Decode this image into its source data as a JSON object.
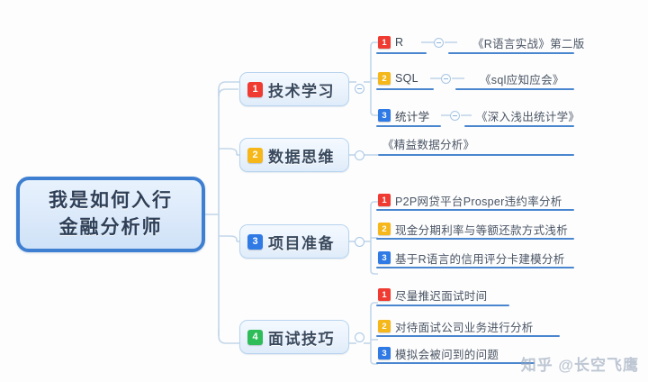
{
  "diagram": {
    "title": "我是如何入行金融分析师",
    "watermark": "知乎 @长空飞鹰",
    "colors": {
      "badge_red": "#ef3b32",
      "badge_orange": "#f5b719",
      "badge_blue": "#2f7ae5",
      "badge_green": "#2fbd5a",
      "root_border": "#3f7fd1",
      "node_border": "#b7d3ef",
      "wire": "#c3d7ea",
      "underline": "#4a86cf"
    },
    "root": {
      "line1": "我是如何入行",
      "line2": "金融分析师"
    },
    "branches": [
      {
        "index": "1",
        "label": "技术学习",
        "badge_color": "#ef3b32",
        "children": [
          {
            "index": "1",
            "badge_color": "#ef3b32",
            "label": "R",
            "note": "《R语言实战》第二版"
          },
          {
            "index": "2",
            "badge_color": "#f5b719",
            "label": "SQL",
            "note": "《sql应知应会》"
          },
          {
            "index": "3",
            "badge_color": "#2f7ae5",
            "label": "统计学",
            "note": "《深入浅出统计学》"
          }
        ]
      },
      {
        "index": "2",
        "label": "数据思维",
        "badge_color": "#f5b719",
        "children": [
          {
            "index": "",
            "badge_color": "",
            "label": "",
            "note": "《精益数据分析》"
          }
        ]
      },
      {
        "index": "3",
        "label": "项目准备",
        "badge_color": "#2f7ae5",
        "children": [
          {
            "index": "1",
            "badge_color": "#ef3b32",
            "label": "P2P网贷平台Prosper违约率分析",
            "note": ""
          },
          {
            "index": "2",
            "badge_color": "#f5b719",
            "label": "现金分期利率与等额还款方式浅析",
            "note": ""
          },
          {
            "index": "3",
            "badge_color": "#2f7ae5",
            "label": "基于R语言的信用评分卡建模分析",
            "note": ""
          }
        ]
      },
      {
        "index": "4",
        "label": "面试技巧",
        "badge_color": "#2fbd5a",
        "children": [
          {
            "index": "1",
            "badge_color": "#ef3b32",
            "label": "尽量推迟面试时间",
            "note": ""
          },
          {
            "index": "2",
            "badge_color": "#f5b719",
            "label": "对待面试公司业务进行分析",
            "note": ""
          },
          {
            "index": "3",
            "badge_color": "#2f7ae5",
            "label": "模拟会被问到的问题",
            "note": ""
          }
        ]
      }
    ]
  }
}
